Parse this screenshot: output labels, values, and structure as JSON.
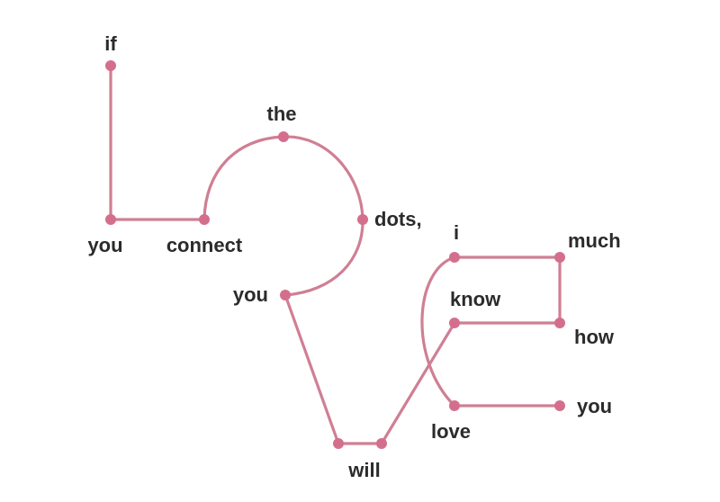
{
  "colors": {
    "line": "#cf7f94",
    "dot": "#d36f8c",
    "text": "#2b2b2b",
    "background": "#ffffff"
  },
  "words": {
    "if": "if",
    "you_1": "you",
    "connect": "connect",
    "the": "the",
    "dots": "dots,",
    "you_2": "you",
    "will": "will",
    "i": "i",
    "know": "know",
    "how": "how",
    "much": "much",
    "you_3": "you",
    "love": "love"
  }
}
